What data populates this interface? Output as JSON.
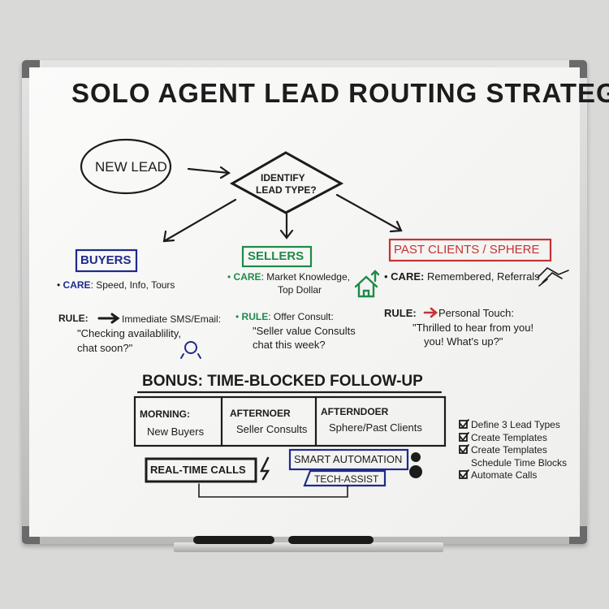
{
  "title": "SOLO AGENT LEAD ROUTING STRATEGY",
  "flow": {
    "start": "NEW LEAD",
    "decision_line1": "IDENTIFY",
    "decision_line2": "LEAD TYPE?"
  },
  "segments": [
    {
      "heading": "BUYERS",
      "color": "#1f2a8c",
      "care_label": "CARE",
      "care": ": Speed, Info, Tours",
      "rule_label": "RULE:",
      "rule": "Immediate SMS/Email:",
      "quote_line1": "\"Checking availablility,",
      "quote_line2": "chat soon?\"",
      "icon": "chat-bubble-icon"
    },
    {
      "heading": "SELLERS",
      "color": "#1f8a4a",
      "care_label": "CARE",
      "care": ": Market Knowledge,",
      "care_line2": "Top Dollar",
      "rule_label": "RULE",
      "rule": ": Offer Consult:",
      "quote_line1": "\"Seller value Consults",
      "quote_line2": "chat this week?",
      "icon": "house-icon"
    },
    {
      "heading": "PAST CLIENTS / SPHERE",
      "color": "#c23434",
      "care_label": "CARE:",
      "care": "Remembered, Referrals",
      "rule_label": "RULE:",
      "rule": "Personal Touch:",
      "quote_line1": "\"Thrilled to hear from you!",
      "quote_line2": "you! What's up?\"",
      "icon": "handshake-icon"
    }
  ],
  "bonus": {
    "heading": "BONUS: TIME-BLOCKED FOLLOW-UP",
    "blocks": [
      {
        "label": "MORNING:",
        "value": "New Buyers"
      },
      {
        "label": "AFTERNOER",
        "value": "Seller Consults"
      },
      {
        "label": "AFTERNDOER",
        "value": "Sphere/Past Clients"
      }
    ],
    "calls": "REAL-TIME CALLS",
    "automation": "SMART AUTOMATION",
    "tech": "TECH-ASSIST"
  },
  "checklist": [
    "Define 3 Lead Types",
    "Create Templates",
    "Create Templates",
    "Schedule Time Blocks",
    "Automate Calls"
  ],
  "colors": {
    "buyers": "#1f2a8c",
    "sellers": "#1f8a4a",
    "sphere": "#c23434",
    "ink": "#1c1c1c"
  }
}
